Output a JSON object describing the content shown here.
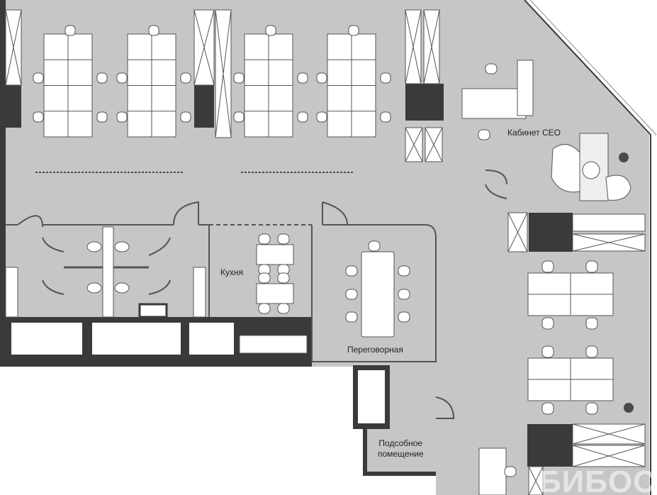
{
  "rooms": {
    "ceo_office": "Кабинет CEO",
    "kitchen": "Кухня",
    "meeting_room": "Переговорная",
    "utility_line1": "Подсобное",
    "utility_line2": "помещение"
  },
  "watermark": "БИБОСС",
  "colors": {
    "floor": "#c6c6c6",
    "wall": "#3a3a3a",
    "furniture": "#ffffff",
    "line": "#555555",
    "plant": "#4a4a4a"
  }
}
